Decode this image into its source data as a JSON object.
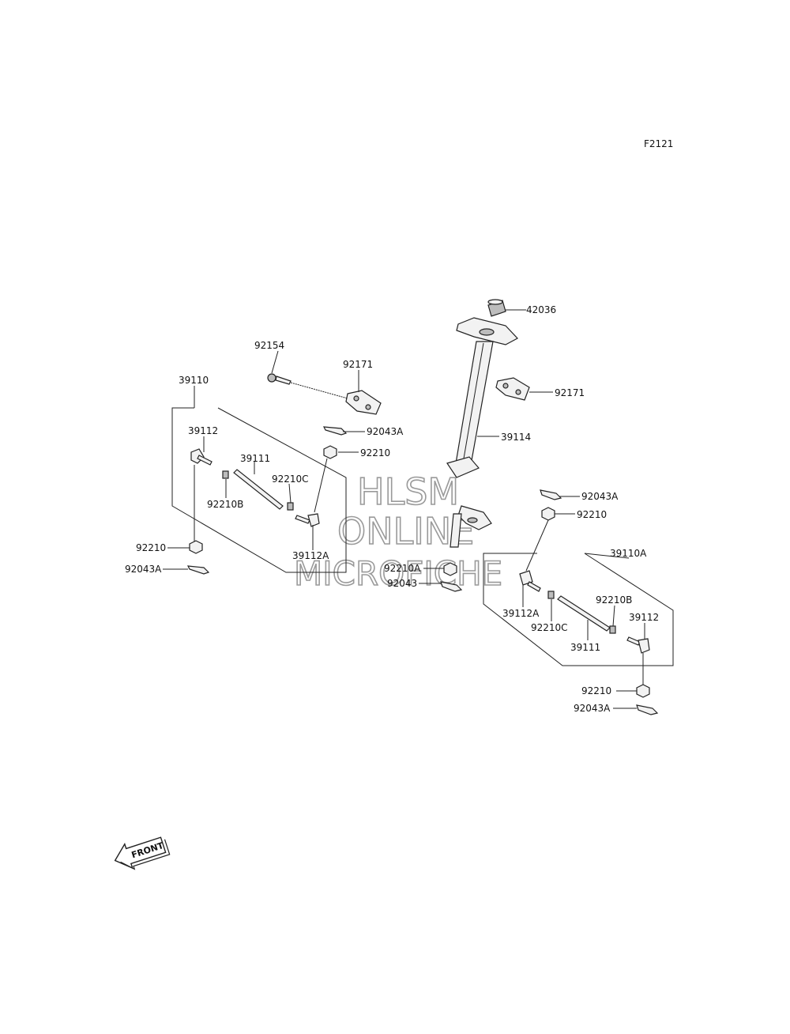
{
  "figure_code": "F2121",
  "watermark": {
    "line1": "HLSM",
    "line2": "ONLINE",
    "line3": "MICROFICHE"
  },
  "front_label": "FRONT",
  "labels": {
    "p42036": "42036",
    "p92154": "92154",
    "p92171_a": "92171",
    "p92171_b": "92171",
    "p39110": "39110",
    "p39112_left": "39112",
    "p39111_left": "39111",
    "p92210C_left": "92210C",
    "p92210B_left": "92210B",
    "p92043A_top": "92043A",
    "p92210_top": "92210",
    "p39114": "39114",
    "p39112A_left": "39112A",
    "p92210_left": "92210",
    "p92043A_left": "92043A",
    "p92043A_right_top": "92043A",
    "p92210_right_top": "92210",
    "p39110A": "39110A",
    "p92210A": "92210A",
    "p92043": "92043",
    "p39112A_right": "39112A",
    "p92210C_right": "92210C",
    "p92210B_right": "92210B",
    "p39112_right": "39112",
    "p39111_right": "39111",
    "p92210_right_bottom": "92210",
    "p92043A_right_bottom": "92043A"
  }
}
